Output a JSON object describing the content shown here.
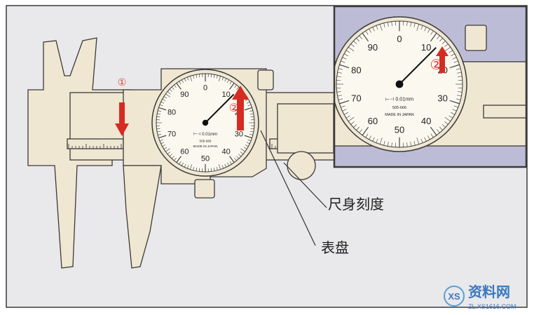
{
  "colors": {
    "frame_bg": "#e9e8ea",
    "frame_border": "#3a3a3a",
    "inset_bg": "#bcbcd6",
    "caliper_fill": "#efe7d2",
    "caliper_stroke": "#3a3a3a",
    "arrow": "#d62b22",
    "marker": "#e03a2e"
  },
  "markers": {
    "one": "①",
    "two": "②"
  },
  "dial": {
    "numbers": [
      "0",
      "10",
      "20",
      "30",
      "40",
      "50",
      "60",
      "70",
      "80",
      "90"
    ],
    "unit": "⊢⊣ 0.01mm",
    "model": "505-666",
    "origin": "MADE IN JAPAN"
  },
  "labels": {
    "main_scale": "尺身刻度",
    "dial_face": "表盘"
  },
  "watermark": {
    "brand": "资料网",
    "url": "ZL.XS1616.COM",
    "logo_letters": "XS"
  }
}
